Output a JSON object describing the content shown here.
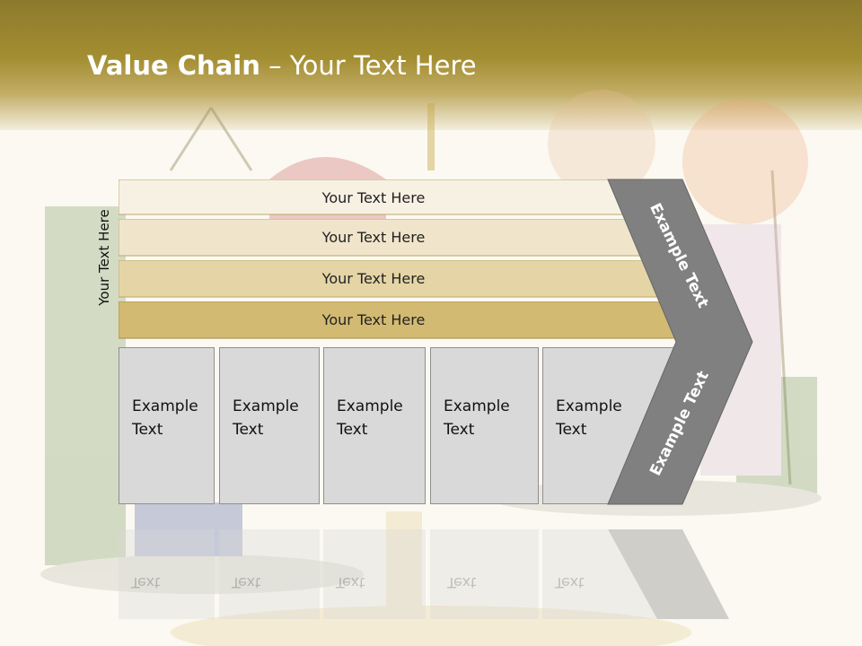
{
  "slide": {
    "title_bold": "Value Chain",
    "title_rest": " – Your Text Here",
    "side_label": "Your Text Here",
    "bands": [
      {
        "label": "Your Text Here",
        "fill": "#f7f1e4"
      },
      {
        "label": "Your Text Here",
        "fill": "#f0e5cb"
      },
      {
        "label": "Your Text Here",
        "fill": "#e5d5a6"
      },
      {
        "label": "Your Text Here",
        "fill": "#d3ba72"
      }
    ],
    "boxes": [
      {
        "line1": "Example",
        "line2": "Text"
      },
      {
        "line1": "Example",
        "line2": "Text"
      },
      {
        "line1": "Example",
        "line2": "Text"
      },
      {
        "line1": "Example",
        "line2": "Text"
      },
      {
        "line1": "Example",
        "line2": "Text"
      }
    ],
    "chevron_top_label": "Example Text",
    "chevron_bottom_label": "Example Text",
    "colors": {
      "header": "#a48e32",
      "box_fill": "#d9d9d9",
      "chevron": "#808080"
    }
  }
}
